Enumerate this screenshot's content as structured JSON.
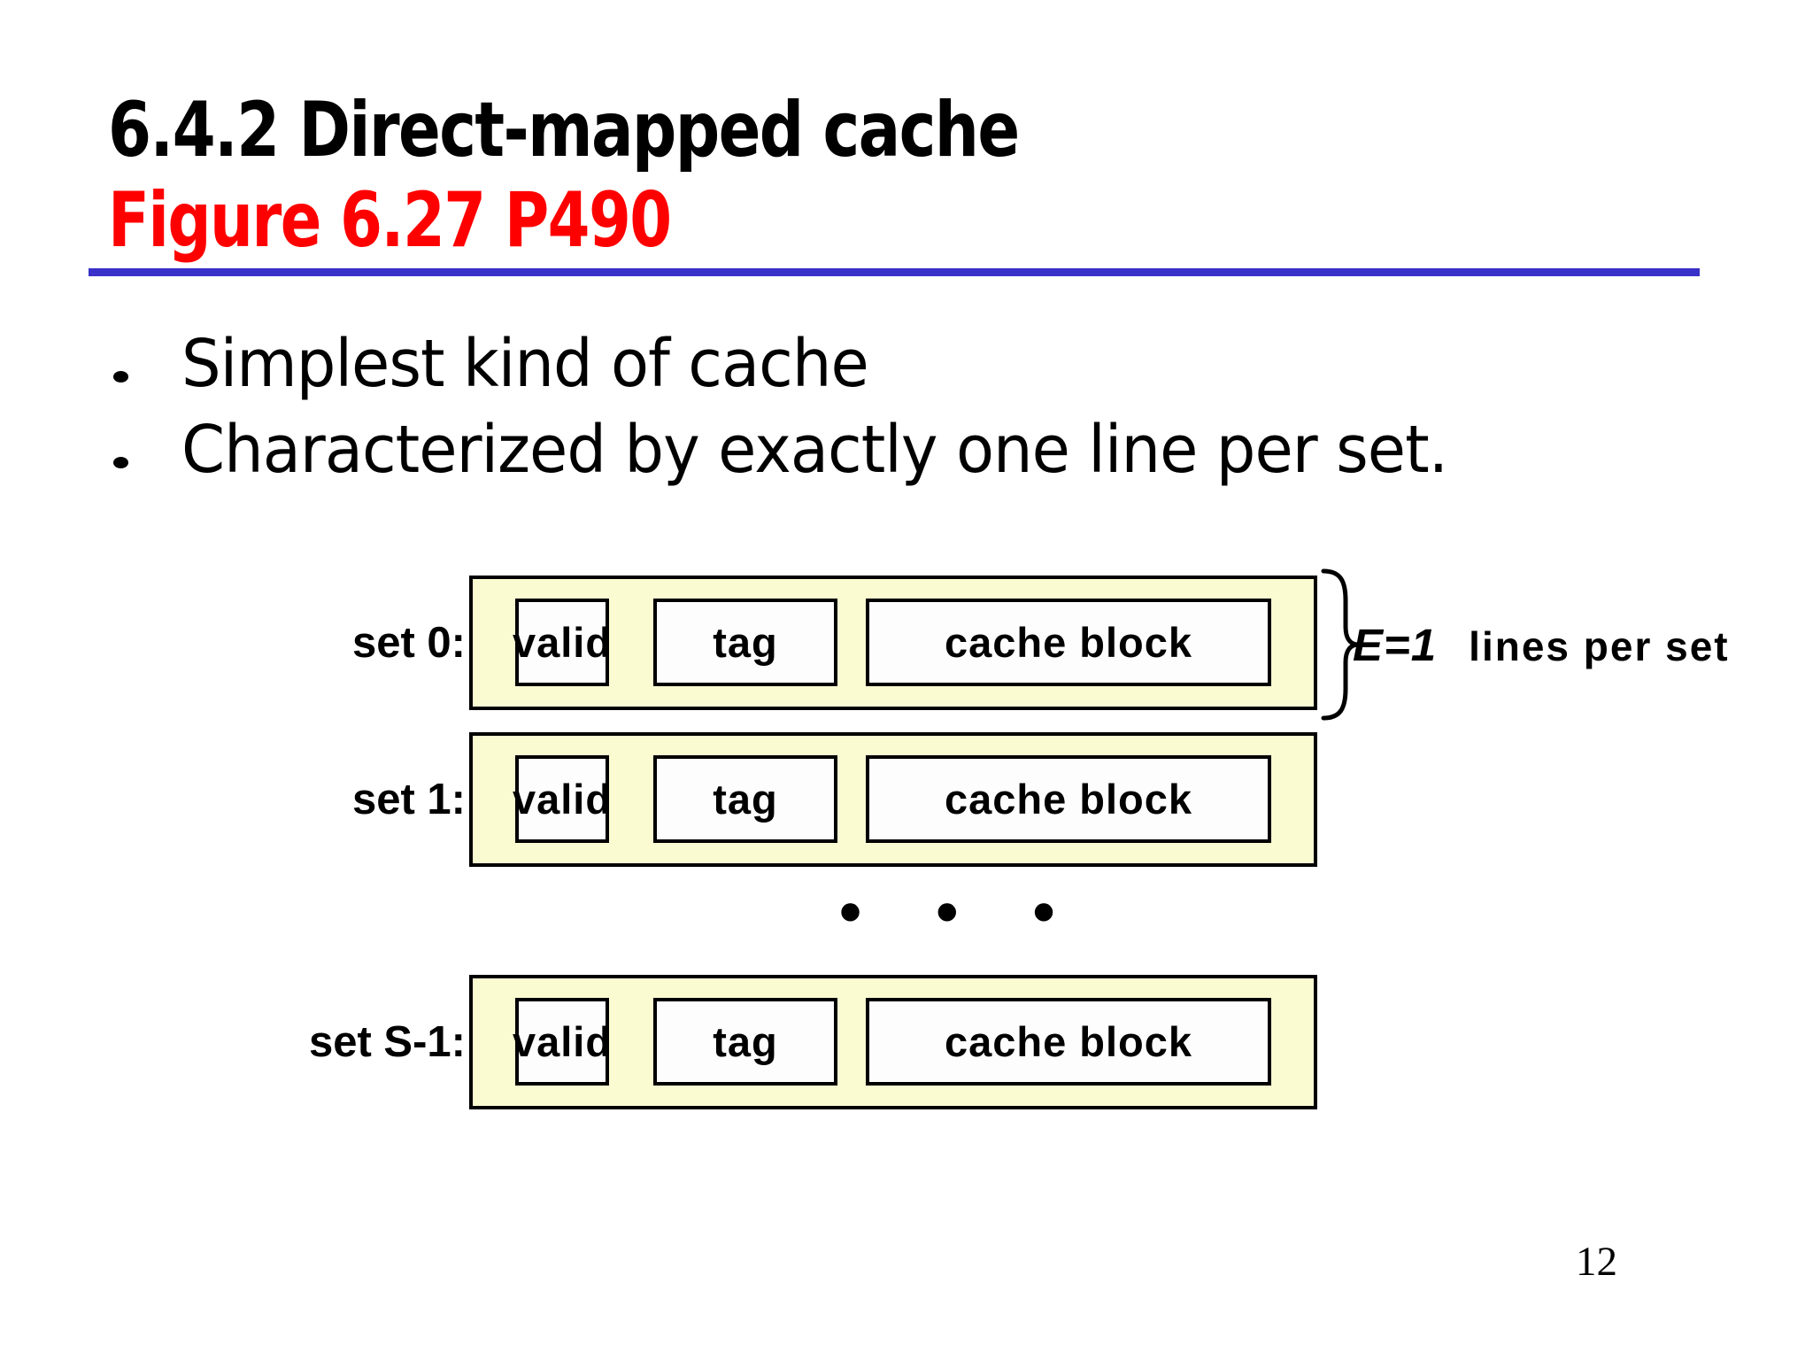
{
  "slide": {
    "title": "6.4.2 Direct-mapped cache",
    "subtitle": "Figure 6.27  P490",
    "bullets": [
      "Simplest kind of cache",
      "Characterized by exactly one line per set."
    ],
    "page_number": "12"
  },
  "diagram": {
    "rows": [
      {
        "label": "set 0:",
        "cells": [
          "valid",
          "tag",
          "cache block"
        ]
      },
      {
        "label": "set 1:",
        "cells": [
          "valid",
          "tag",
          "cache block"
        ]
      },
      {
        "label": "set S-1:",
        "cells": [
          "valid",
          "tag",
          "cache block"
        ]
      }
    ],
    "ellipsis": "• • •",
    "brace_note": {
      "emphasis": "E=1",
      "text": "lines per set"
    }
  },
  "colors": {
    "accent_red": "#ff0000",
    "rule_blue": "#3a31c8",
    "row_fill_yellow": "#fbfbd2",
    "cell_fill_white": "#fdfdfd",
    "text_black": "#000000"
  }
}
